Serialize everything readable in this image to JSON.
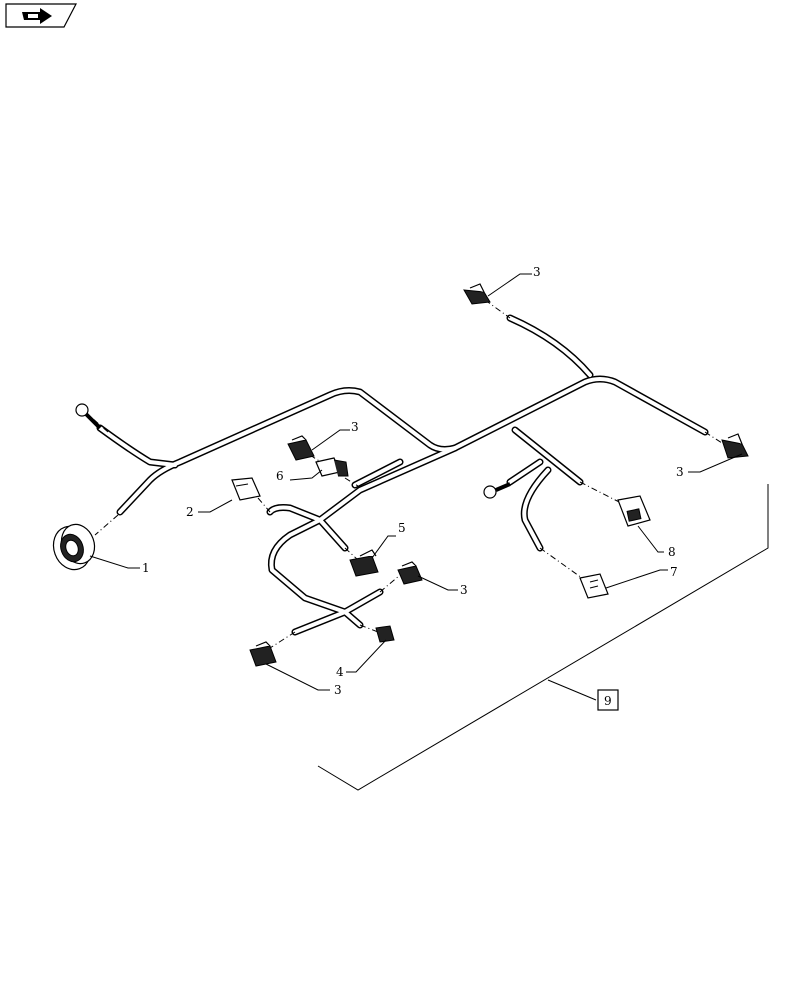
{
  "nav_icon": "arrow-right-icon",
  "callouts": {
    "c1": "1",
    "c2": "2",
    "c3a": "3",
    "c3b": "3",
    "c3c": "3",
    "c3d": "3",
    "c3e": "3",
    "c4": "4",
    "c5": "5",
    "c6": "6",
    "c7": "7",
    "c8": "8",
    "c9": "9"
  },
  "colors": {
    "line": "#000000",
    "background": "#ffffff"
  }
}
